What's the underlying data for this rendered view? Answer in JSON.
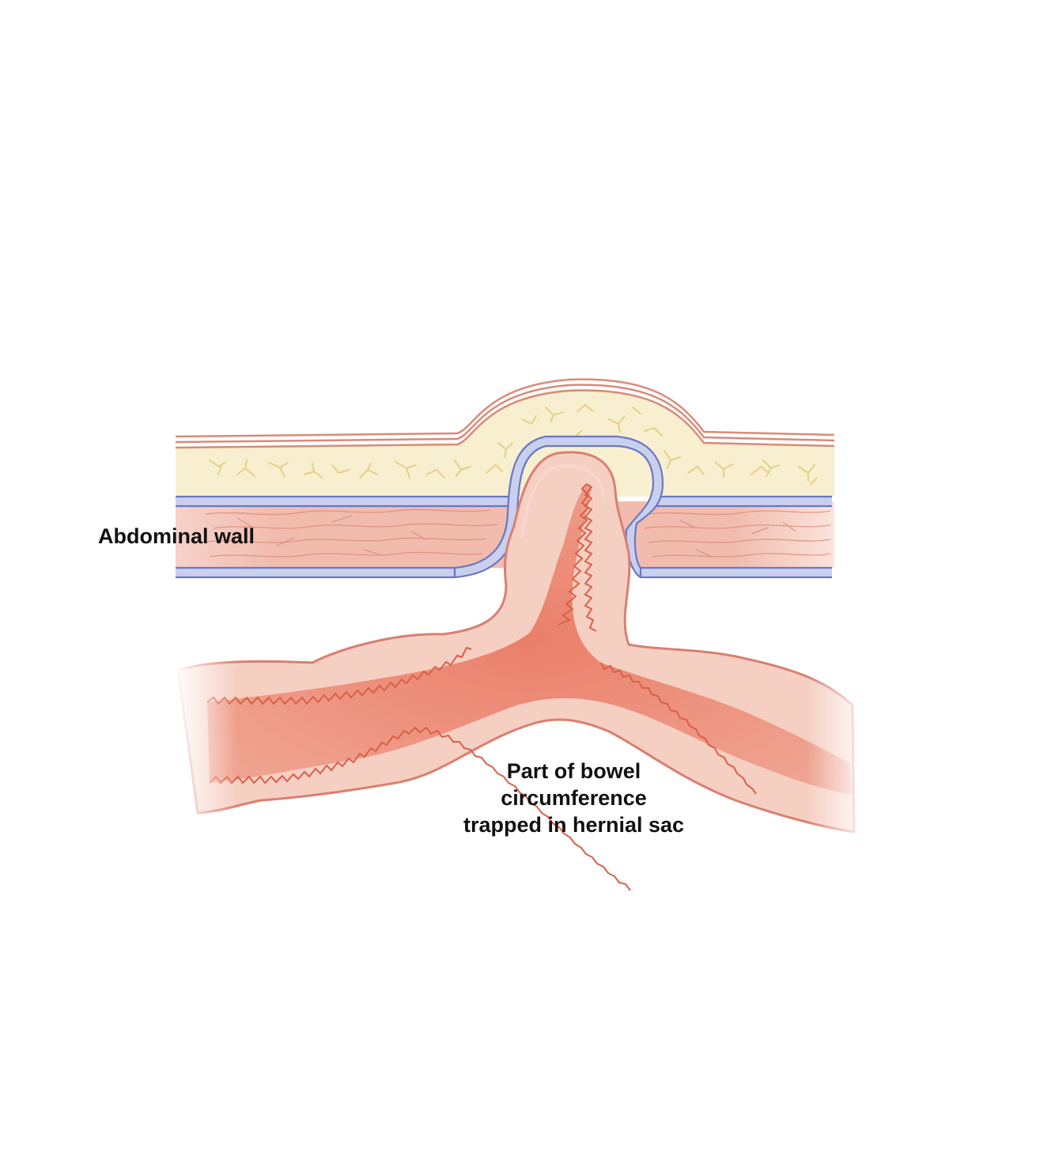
{
  "labels": {
    "abdominal_wall": "Abdominal wall",
    "bowel_lines": [
      "Part of bowel",
      "circumference",
      "trapped in hernial sac"
    ]
  },
  "colors": {
    "skin_line": "#d98b78",
    "fat_fill": "#f7efcf",
    "fat_texture": "#e8d48e",
    "fascia_fill": "#c9d0ef",
    "fascia_line": "#6a78c0",
    "muscle_fill": "#f1bcae",
    "muscle_texture": "#d98470",
    "bowel_fill": "#f5c8bb",
    "bowel_outline": "#d98070",
    "mucosa_fill": "#e87560",
    "text": "#111111"
  }
}
